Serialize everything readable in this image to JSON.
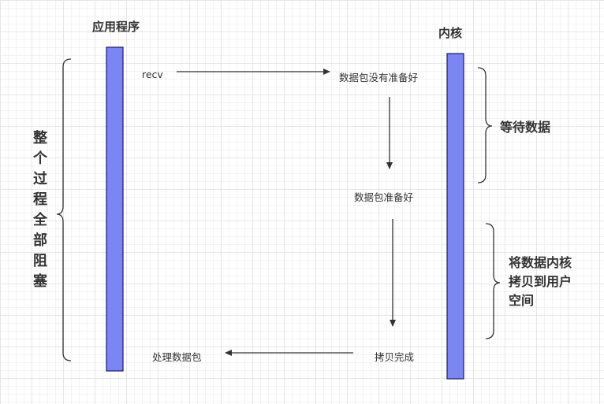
{
  "columns": {
    "app_title": "应用程序",
    "kernel_title": "内核"
  },
  "steps": {
    "recv": "recv",
    "not_ready": "数据包没有准备好",
    "ready": "数据包准备好",
    "copy_done": "拷贝完成",
    "process": "处理数据包"
  },
  "annotations": {
    "wait_data": "等待数据",
    "copy_line1": "将数据内核",
    "copy_line2": "拷贝到用户",
    "copy_line3": "空间",
    "blocked": "整个过程全部阻塞"
  },
  "colors": {
    "bar_fill": "#7c86f2",
    "bar_stroke": "#1a1a66",
    "line": "#333333"
  }
}
